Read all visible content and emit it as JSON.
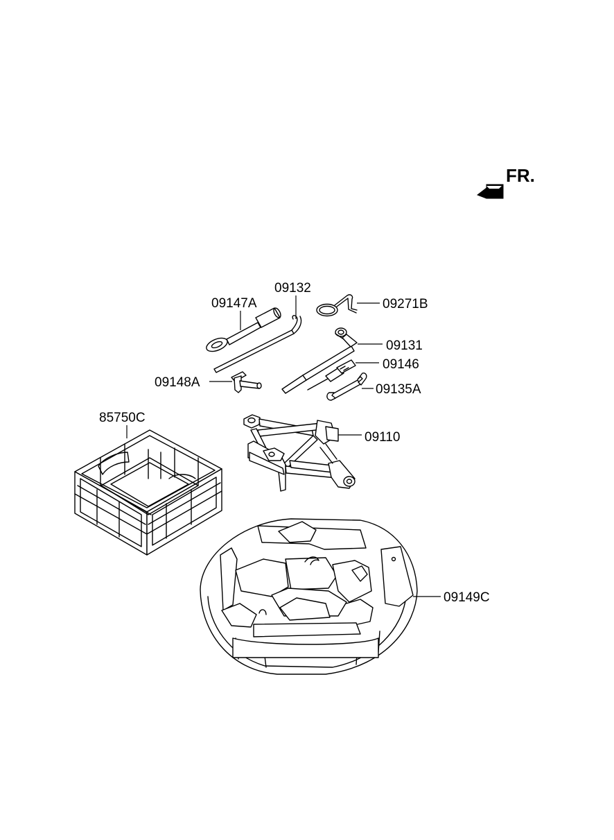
{
  "direction": {
    "label": "FR."
  },
  "parts": [
    {
      "id": "p-09147A",
      "number": "09147A",
      "name": "tow-hook-icon"
    },
    {
      "id": "p-09132",
      "number": "09132",
      "name": "jack-handle-icon"
    },
    {
      "id": "p-09271B",
      "number": "09271B",
      "name": "hook-ring-icon"
    },
    {
      "id": "p-09131",
      "number": "09131",
      "name": "lug-wrench-icon"
    },
    {
      "id": "p-09146",
      "number": "09146",
      "name": "screwdriver-icon"
    },
    {
      "id": "p-09148A",
      "number": "09148A",
      "name": "t-handle-wrench-icon"
    },
    {
      "id": "p-09135A",
      "number": "09135A",
      "name": "spanner-icon"
    },
    {
      "id": "p-85750C",
      "number": "85750C",
      "name": "storage-tray-icon"
    },
    {
      "id": "p-09110",
      "number": "09110",
      "name": "scissor-jack-icon"
    },
    {
      "id": "p-09149C",
      "number": "09149C",
      "name": "foam-tool-case-icon"
    }
  ]
}
